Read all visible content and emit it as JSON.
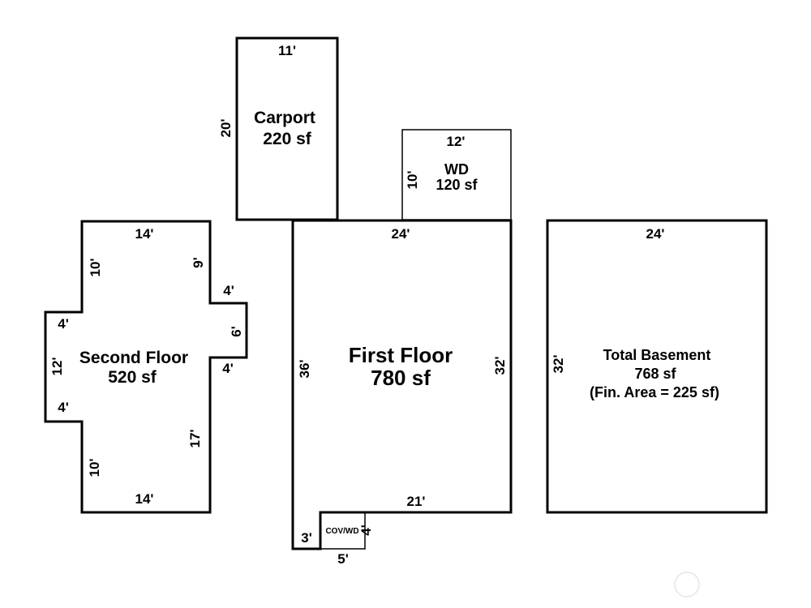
{
  "rooms": {
    "carport": {
      "name": "Carport",
      "area": "220 sf",
      "dims": {
        "top": "11'",
        "left": "20'"
      }
    },
    "wd": {
      "name": "WD",
      "area": "120 sf",
      "dims": {
        "top": "12'",
        "left": "10'"
      }
    },
    "first_floor": {
      "name": "First Floor",
      "area": "780 sf",
      "dims": {
        "top": "24'",
        "left": "36'",
        "right": "32'",
        "bottom": "21'"
      }
    },
    "cov_wd": {
      "name": "COV/WD",
      "dims": {
        "left": "3'",
        "right": "4'",
        "bottom": "5'"
      }
    },
    "second_floor": {
      "name": "Second Floor",
      "area": "520 sf",
      "dims": {
        "top": "14'",
        "upper_left": "10'",
        "upper_right": "9'",
        "bump_right_top": "4'",
        "bump_right_side": "6'",
        "bump_right_bottom": "4'",
        "bump_left_top": "4'",
        "bump_left_side": "12'",
        "bump_left_bottom": "4'",
        "lower_left": "10'",
        "lower_right": "17'",
        "bottom": "14'"
      }
    },
    "basement": {
      "name": "Total Basement",
      "area": "768 sf",
      "note": "(Fin. Area = 225 sf)",
      "dims": {
        "top": "24'",
        "left": "32'"
      }
    }
  },
  "watermark": {
    "icon": "circle-watermark-icon"
  }
}
